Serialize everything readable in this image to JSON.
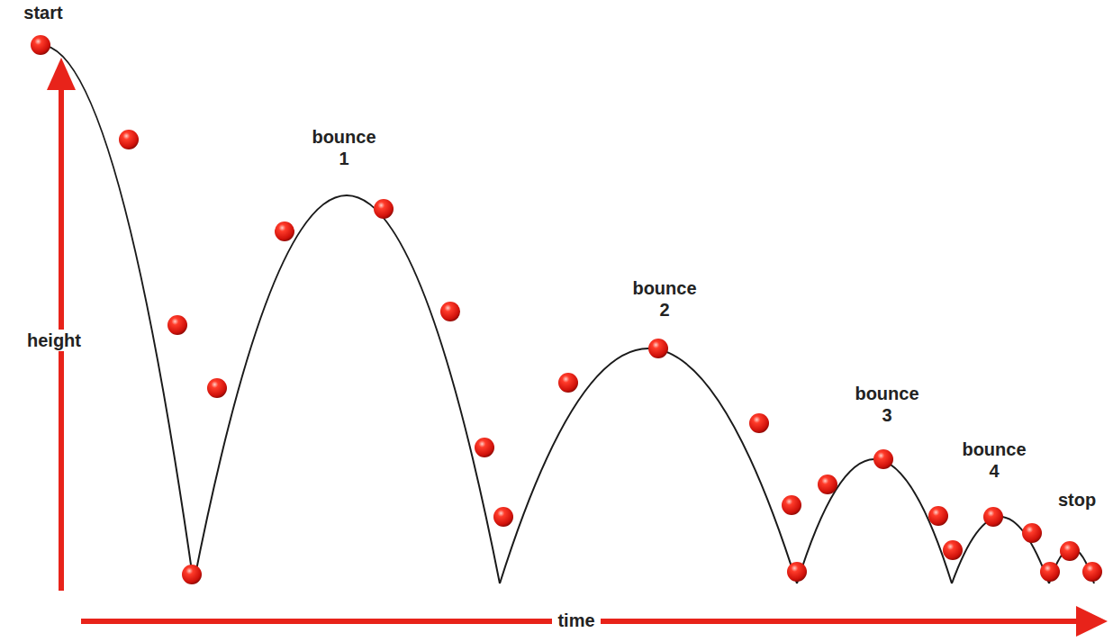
{
  "diagram": {
    "labels": [
      "start",
      "bounce 1",
      "bounce 2",
      "bounce 3",
      "bounce 4",
      "stop",
      "height",
      "time"
    ]
  }
}
